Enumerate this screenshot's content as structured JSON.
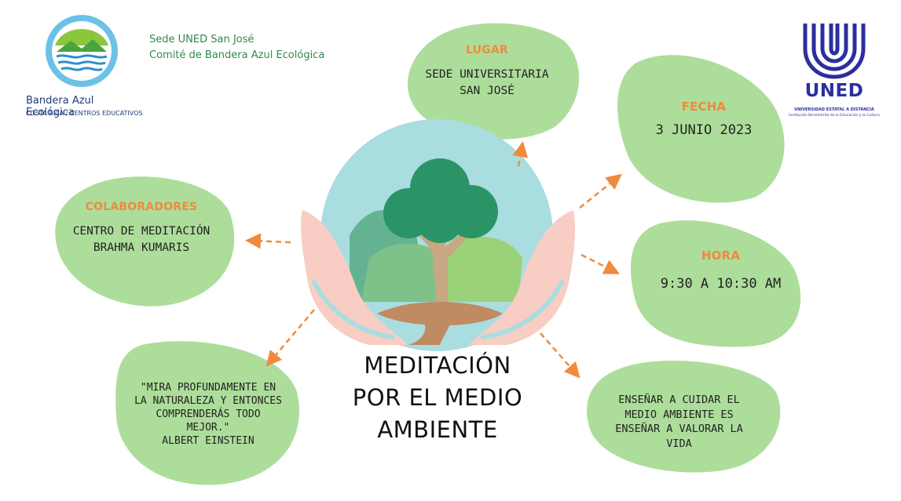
{
  "header": {
    "sede_line1": "Sede UNED San José",
    "sede_line2": "Comité de Bandera Azul Ecológica"
  },
  "logo_bandera": {
    "name": "Bandera Azul Ecológica",
    "subtitle": "COSTA RICA / CENTROS EDUCATIVOS"
  },
  "logo_uned": {
    "name": "UNED",
    "line1": "UNIVERSIDAD ESTATAL A DISTANCIA",
    "line2": "Institución Benemérita de la Educación y la Cultura"
  },
  "title": {
    "line1": "MEDITACIÓN",
    "line2": "POR EL MEDIO",
    "line3": "AMBIENTE"
  },
  "lugar": {
    "heading": "LUGAR",
    "line1": "SEDE UNIVERSITARIA",
    "line2": "SAN JOSÉ"
  },
  "fecha": {
    "heading": "FECHA",
    "value": "3 JUNIO 2023"
  },
  "hora": {
    "heading": "HORA",
    "value": "9:30 A 10:30 AM"
  },
  "colaboradores": {
    "heading": "COLABORADORES",
    "line1": "CENTRO DE MEDITACIÓN",
    "line2": "BRAHMA KUMARIS"
  },
  "quote": {
    "line1": "\"MIRA PROFUNDAMENTE EN",
    "line2": "LA NATURALEZA Y ENTONCES",
    "line3": "COMPRENDERÁS TODO",
    "line4": "MEJOR.\"",
    "author": "ALBERT EINSTEIN"
  },
  "objetivo": {
    "line1": "ENSEÑAR A CUIDAR EL",
    "line2": "MEDIO AMBIENTE ES",
    "line3": "ENSEÑAR A VALORAR LA",
    "line4": "VIDA"
  },
  "colors": {
    "blob_green": "#addd9a",
    "accent_orange": "#f08a3c",
    "globe_blue": "#a9dde0",
    "hand_pink": "#f7cdc4",
    "tree_green": "#2b9466",
    "uned_blue": "#2b2f9e"
  },
  "icons": {
    "center_illustration": "hands-holding-earth-tree-icon",
    "arrows": "dashed-arrow-icon"
  }
}
